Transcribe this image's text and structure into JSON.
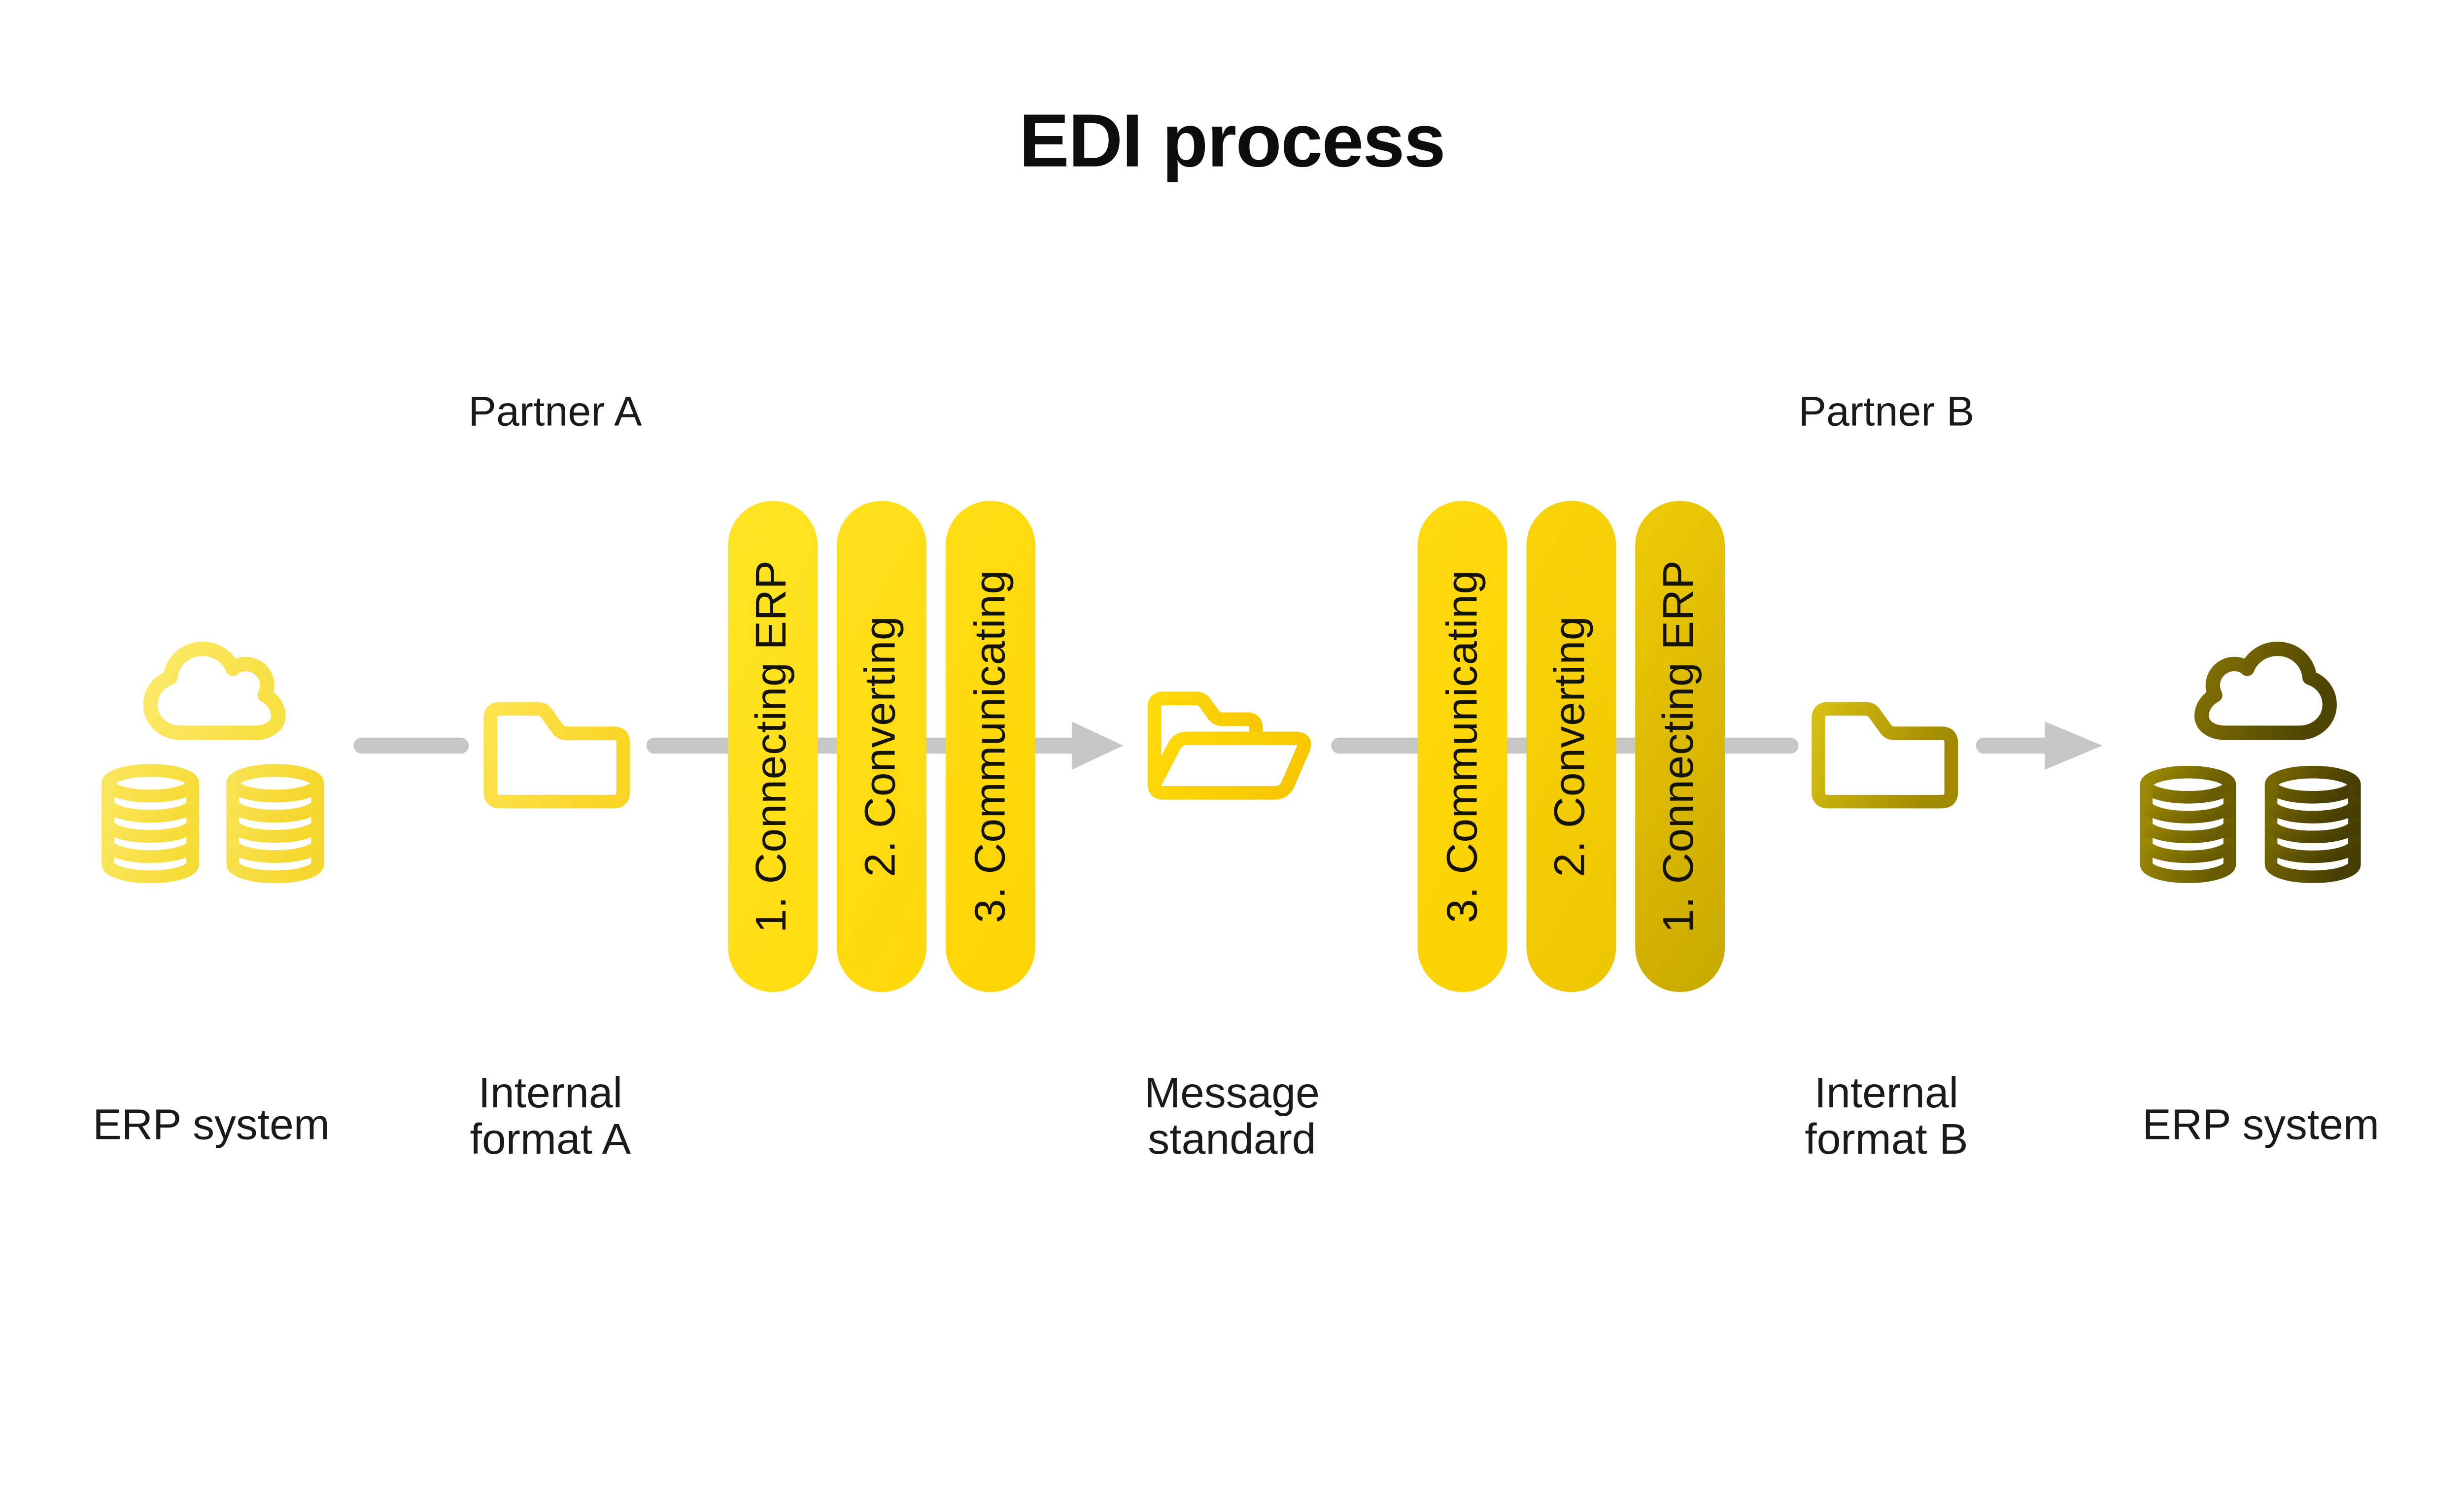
{
  "title": "EDI process",
  "partner_a_label": "Partner A",
  "partner_b_label": "Partner B",
  "nodes": {
    "erp_a": {
      "label": "ERP system",
      "icon": "cloud-database"
    },
    "format_a": {
      "line1": "Internal",
      "line2": "format A",
      "icon": "closed-folder"
    },
    "message": {
      "line1": "Message",
      "line2": "standard",
      "icon": "open-folder"
    },
    "format_b": {
      "line1": "Internal",
      "line2": "format B",
      "icon": "closed-folder"
    },
    "erp_b": {
      "label": "ERP system",
      "icon": "cloud-database"
    }
  },
  "steps_a": [
    "1. Connecting ERP",
    "2. Converting",
    "3. Communicating"
  ],
  "steps_b": [
    "3. Communicating",
    "2. Converting",
    "1. Connecting ERP"
  ],
  "colors": {
    "background": "#FFFFFF",
    "title_text": "#0D0D0D",
    "label_text": "#1A1A1A",
    "pill_text": "#141400",
    "connector_gray": "#C6C6C6",
    "erp_a_yellow_light": "#F9E55C",
    "pill_yellow": "#FFDD12",
    "message_gold": "#FFD400",
    "pill_dark_gold": "#C8A800",
    "folder_b_olive": "#A38B00",
    "erp_b_olive_dark": "#4E4402"
  }
}
